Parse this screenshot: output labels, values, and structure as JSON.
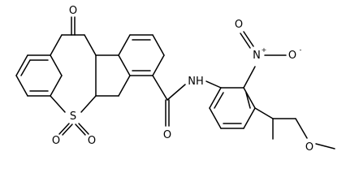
{
  "molecule": {
    "atoms": {
      "o_ketone": "O",
      "s_sulfone": "S",
      "o_sulfone_1": "O",
      "o_sulfone_2": "O",
      "o_amide": "O",
      "nh_amide": "NH",
      "n_nitro": "N",
      "n_nitro_charge": "+",
      "o_nitro_1": "O",
      "o_nitro_2": "O",
      "o_nitro_charge": "-",
      "o_methoxy": "O"
    }
  }
}
